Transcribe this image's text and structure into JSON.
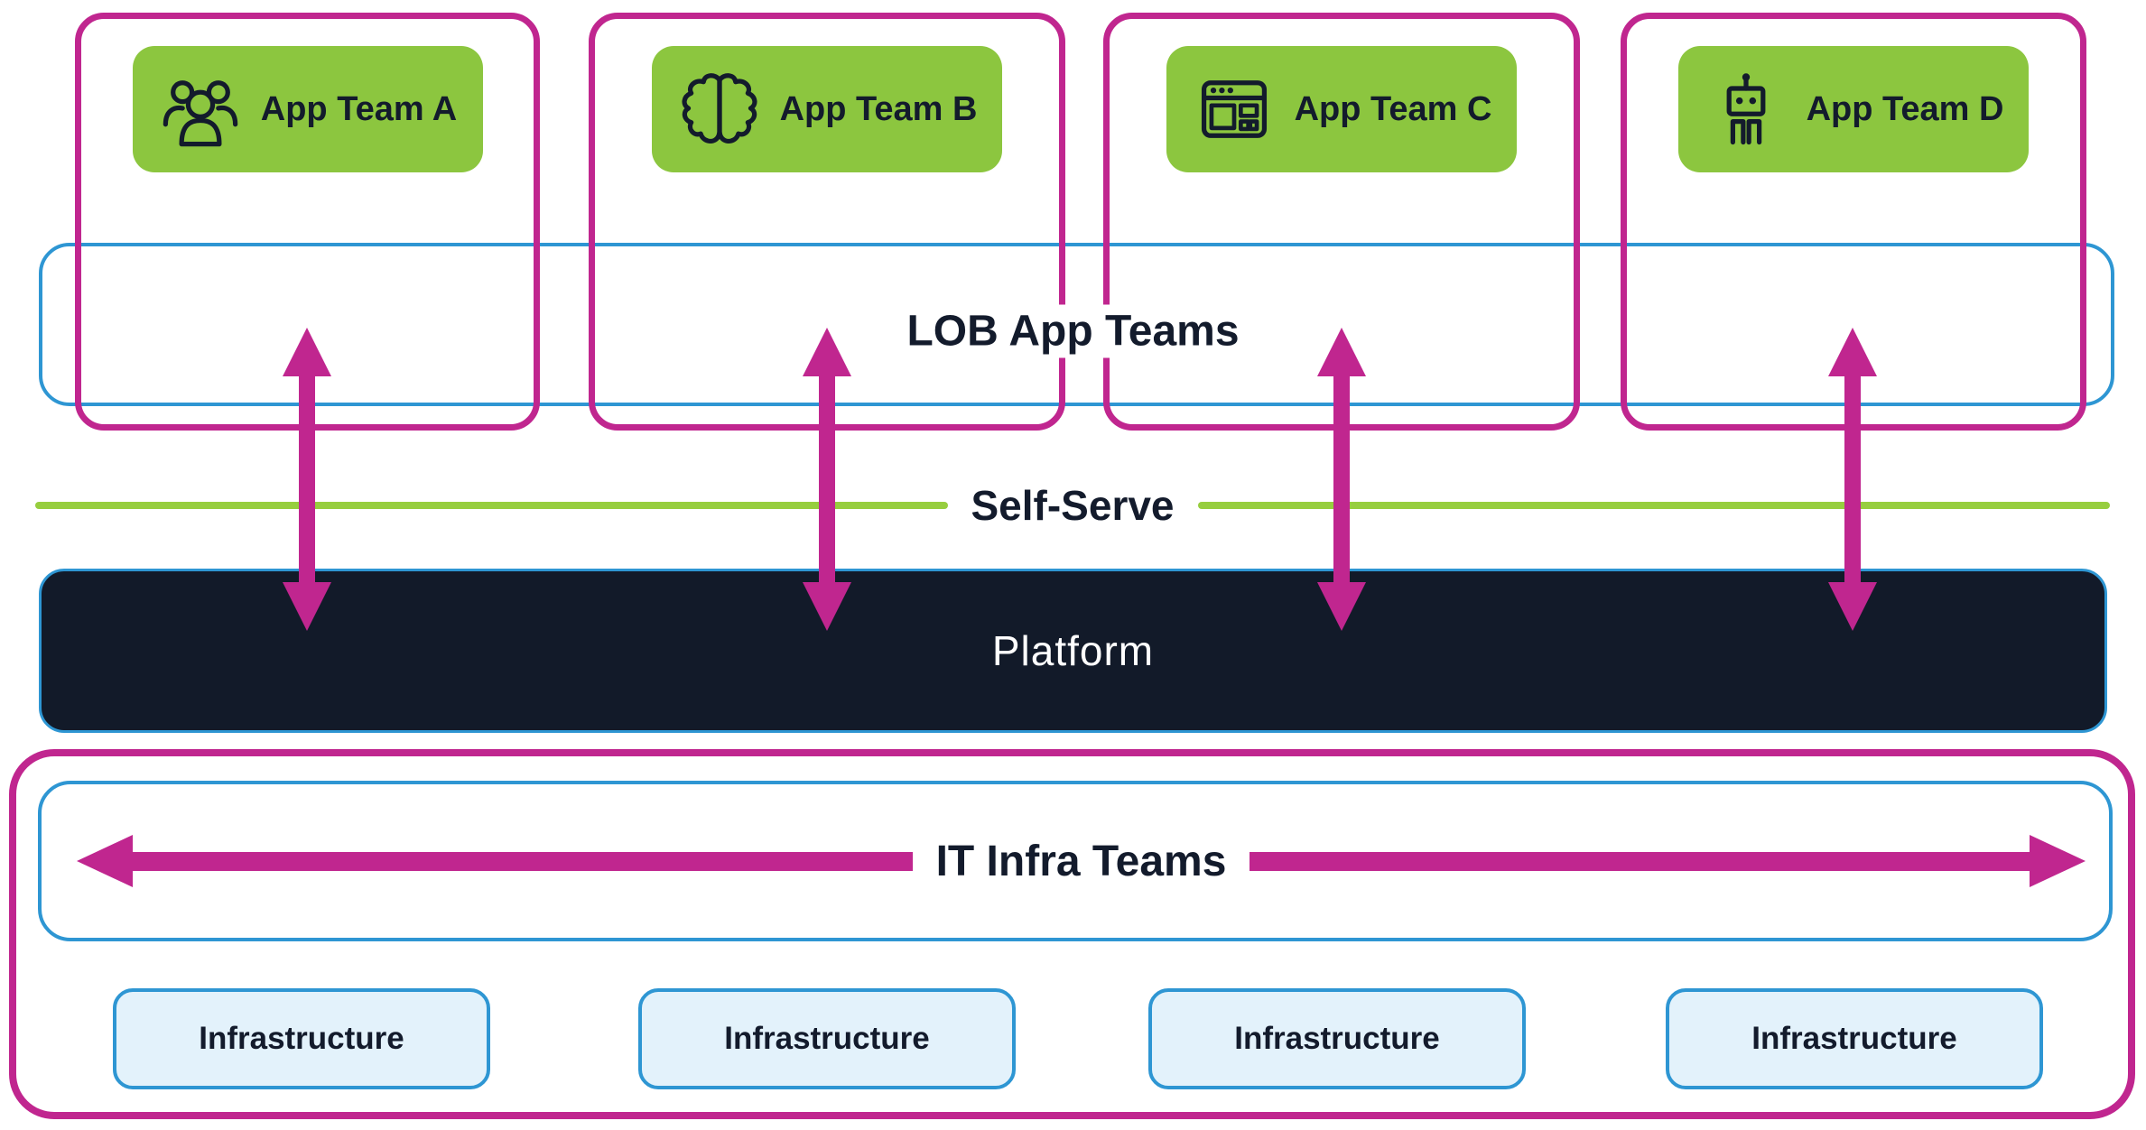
{
  "teams": [
    {
      "label": "App Team A",
      "icon": "people-icon"
    },
    {
      "label": "App Team B",
      "icon": "brain-icon"
    },
    {
      "label": "App Team C",
      "icon": "browser-icon"
    },
    {
      "label": "App Team D",
      "icon": "robot-icon"
    }
  ],
  "lob": {
    "label": "LOB App Teams"
  },
  "self_serve": {
    "label": "Self-Serve"
  },
  "platform": {
    "label": "Platform"
  },
  "it_infra": {
    "label": "IT Infra Teams"
  },
  "infrastructure": [
    {
      "label": "Infrastructure"
    },
    {
      "label": "Infrastructure"
    },
    {
      "label": "Infrastructure"
    },
    {
      "label": "Infrastructure"
    }
  ],
  "colors": {
    "magenta": "#c0268f",
    "badge_green": "#8cc63f",
    "line_green": "#97ce3f",
    "blue": "#2e96d3",
    "light_blue_fill": "#e3f2fb",
    "dark_navy": "#121a29",
    "text_dark": "#131b2c",
    "white": "#ffffff"
  }
}
